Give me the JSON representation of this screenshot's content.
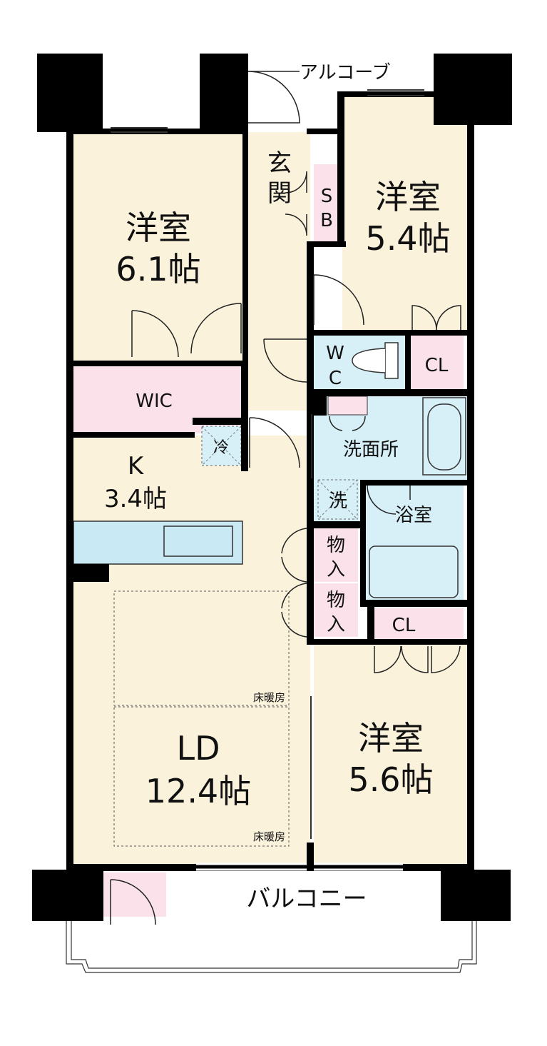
{
  "colors": {
    "room": "#fbf2dc",
    "storage": "#fbe2ea",
    "water": "#d7f0f8",
    "wall": "#000000",
    "counter": "#c9eaf4"
  },
  "rooms": {
    "western_a": {
      "name": "洋室",
      "size": "6.1帖"
    },
    "western_b": {
      "name": "洋室",
      "size": "5.4帖"
    },
    "western_c": {
      "name": "洋室",
      "size": "5.6帖"
    },
    "kitchen": {
      "name": "K",
      "size": "3.4帖"
    },
    "ld": {
      "name": "LD",
      "size": "12.4帖"
    },
    "wic": "WIC",
    "cl_upper": "CL",
    "cl_lower": "CL",
    "wc_w": "W",
    "wc_c": "C",
    "sb_s": "S",
    "sb_b": "B",
    "entrance_1": "玄",
    "entrance_2": "関",
    "washroom": "洗面所",
    "bath": "浴室",
    "storage_1_a": "物",
    "storage_1_b": "入",
    "storage_2_a": "物",
    "storage_2_b": "入",
    "fridge": "冷",
    "washer": "洗",
    "floor_heating_1": "床暖房",
    "floor_heating_2": "床暖房",
    "alcove": "アルコーブ",
    "balcony": "バルコニー"
  }
}
